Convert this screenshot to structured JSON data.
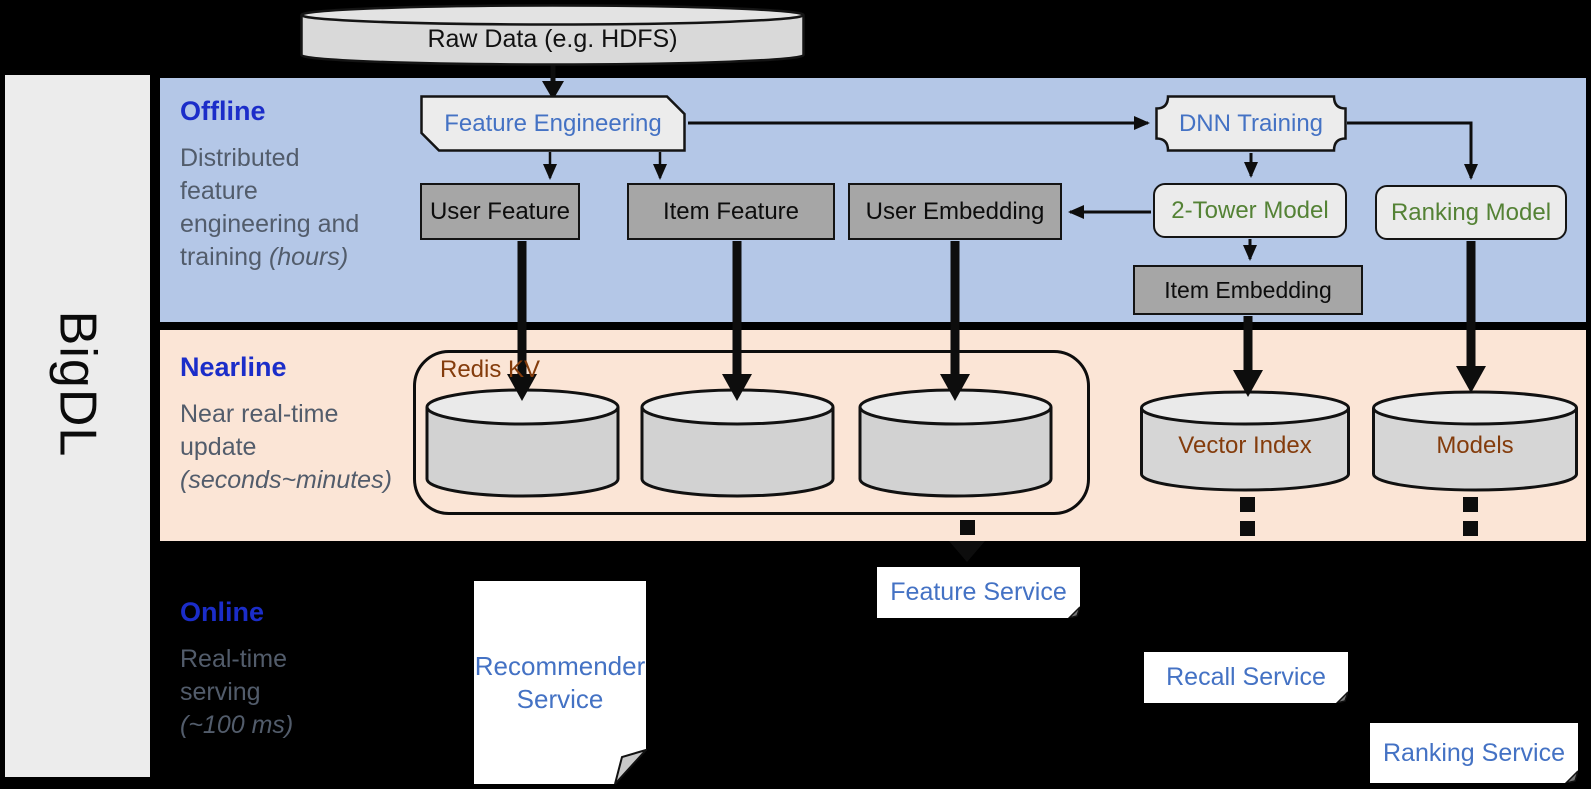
{
  "brand": "BigDL",
  "raw_data_label": "Raw Data (e.g. HDFS)",
  "bands": {
    "offline": {
      "title": "Offline",
      "desc_lines": [
        "Distributed",
        "feature",
        "engineering and",
        "training"
      ],
      "time": "(hours)"
    },
    "nearline": {
      "title": "Nearline",
      "desc_lines": [
        "Near real-time",
        "update"
      ],
      "time": "(seconds~minutes)"
    },
    "online": {
      "title": "Online",
      "desc_lines": [
        "Real-time",
        "serving"
      ],
      "time": "(~100 ms)"
    }
  },
  "nodes": {
    "feature_engineering": "Feature Engineering",
    "dnn_training": "DNN Training",
    "user_feature": "User Feature",
    "item_feature": "Item Feature",
    "user_embedding": "User Embedding",
    "two_tower_model": "2-Tower Model",
    "ranking_model": "Ranking Model",
    "item_embedding": "Item Embedding",
    "redis_kv": "Redis KV",
    "vector_index": "Vector Index",
    "models": "Models",
    "feature_service": "Feature Service",
    "recommender_service": "Recommender Service",
    "recall_service": "Recall Service",
    "ranking_service": "Ranking Service"
  },
  "colors": {
    "offline_band": "#b4c7e7",
    "nearline_band": "#fbe5d6",
    "section_title_blue": "#1b2dc9",
    "section_desc_gray": "#525c6b",
    "node_text_blue": "#4472c4",
    "node_text_green": "#548235",
    "node_text_brown": "#843c0c",
    "gray_box": "#a6a6a6"
  }
}
